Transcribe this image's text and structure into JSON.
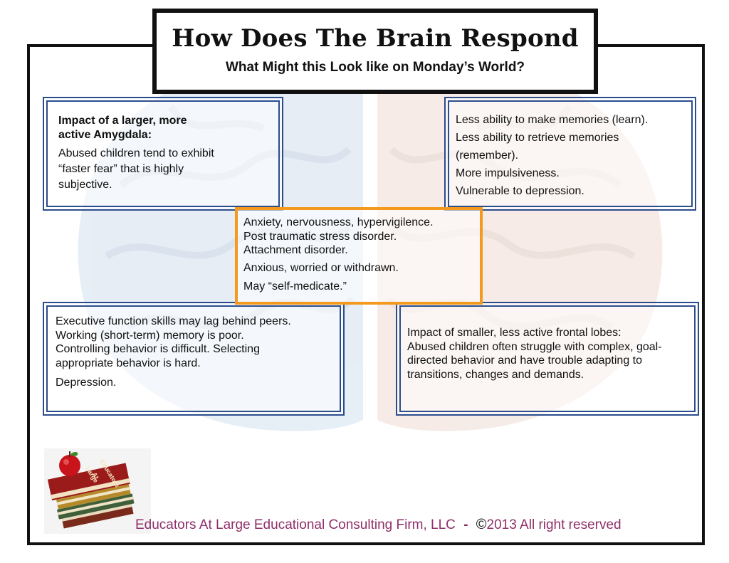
{
  "title": "How Does The Brain Respond",
  "subtitle": "What Might this Look like on Monday’s World?",
  "top_left": {
    "heading": "Impact of a larger, more active Amygdala:",
    "body": "Abused children tend to exhibit “faster fear” that is highly subjective."
  },
  "top_right": {
    "lines": [
      "Less ability to make memories (learn).",
      "Less ability to retrieve memories (remember).",
      "More impulsiveness.",
      "Vulnerable to depression."
    ]
  },
  "center": {
    "lines": [
      "Anxiety, nervousness, hypervigilence.",
      "Post traumatic stress disorder.",
      "Attachment disorder.",
      "Anxious, worried or withdrawn.",
      "May “self-medicate.”"
    ]
  },
  "bottom_left": {
    "lines": [
      "Executive function skills may lag behind peers.",
      "Working (short-term) memory is poor.",
      "Controlling behavior is difficult. Selecting appropriate behavior is hard.",
      "Depression."
    ]
  },
  "bottom_right": {
    "lines": [
      "Impact of smaller, less active frontal lobes:",
      "Abused children often struggle with complex, goal-directed behavior and have trouble adapting to transitions, changes and demands."
    ]
  },
  "logo": {
    "text_lines": [
      "Educators",
      "At",
      "Large"
    ]
  },
  "footer": {
    "company": "Educators At Large Educational Consulting Firm, LLC",
    "dash": "-",
    "copyright_symbol": "©",
    "copyright_text": "2013 All right reserved"
  },
  "colors": {
    "box_border": "#2c4d8c",
    "center_border": "#f39a1e",
    "footer_text": "#8f2f6a"
  }
}
